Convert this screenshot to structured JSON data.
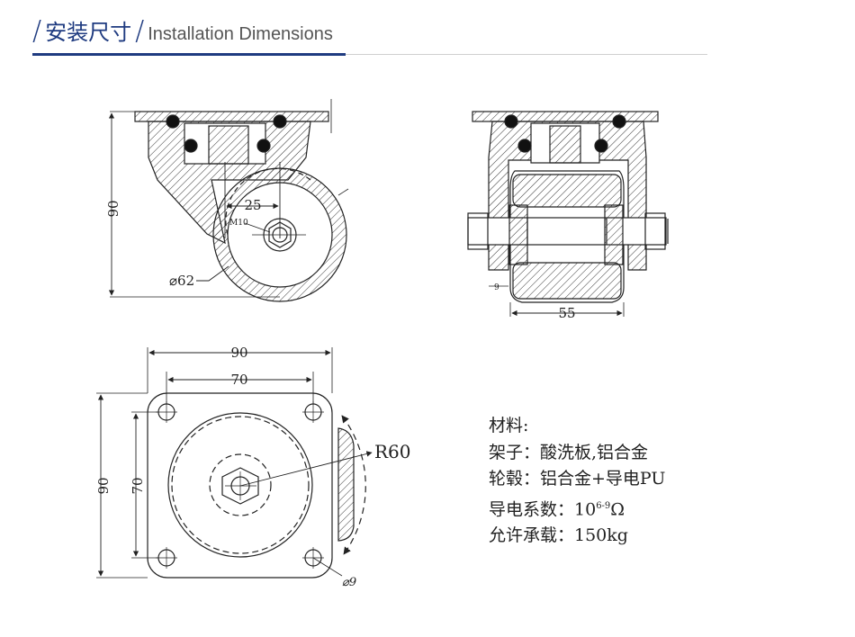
{
  "header": {
    "title_cn": "安装尺寸",
    "title_en": "Installation Dimensions",
    "accent_color": "#1f3b80"
  },
  "side_view": {
    "height_label": "90",
    "offset_label": "25",
    "bolt_label": "M10",
    "wheel_dia_label": "⌀62"
  },
  "front_view": {
    "width_label": "55",
    "small_label": "9"
  },
  "top_view": {
    "outer_width_label": "90",
    "inner_width_label": "70",
    "outer_height_label": "90",
    "inner_height_label": "70",
    "radius_label": "R60",
    "hole_label": "⌀9"
  },
  "specs": {
    "material_label": "材料:",
    "frame_line": "架子：酸洗板,铝合金",
    "wheel_line": "轮毂：铝合金+导电PU",
    "conductivity_prefix": "导电系数：10",
    "conductivity_exp": "6-9",
    "conductivity_unit": "Ω",
    "load_line": "允许承载：150kg"
  }
}
